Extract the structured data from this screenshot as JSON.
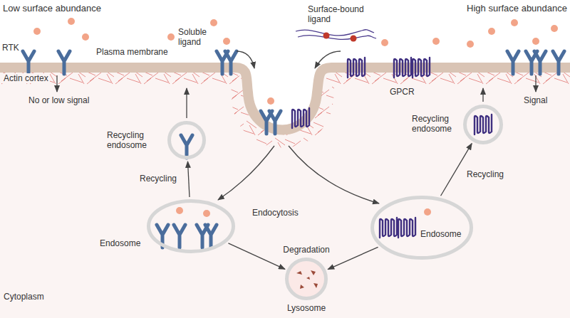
{
  "diagram": {
    "nodes": [
      {
        "text": [
          "Recycling endosome"
        ]
      },
      {
        "text": [
          "Recycling endosome"
        ]
      },
      {
        "text": [
          "Endosome"
        ]
      },
      {
        "text": [
          "Endosome"
        ]
      },
      {
        "text": [
          "Degradation",
          "Lysosome"
        ]
      }
    ],
    "edges": [
      {
        "from": 2,
        "to": 0,
        "arrow": "to",
        "label": "Recycling"
      },
      {
        "from": 3,
        "to": 1,
        "arrow": "to",
        "label": "Recycling"
      },
      {
        "from": 2,
        "to": 4,
        "arrow": "to"
      },
      {
        "from": 3,
        "to": 4,
        "arrow": "to"
      }
    ],
    "labels": [
      "Low surface abundance",
      "High surface abundance",
      "Soluble ligand",
      "Surface-bound ligand",
      "RTK",
      "Plasma membrane",
      "Actin cortex",
      "No or low signal",
      "GPCR",
      "Endocytosis",
      "Signal",
      "Cytoplasm"
    ]
  }
}
